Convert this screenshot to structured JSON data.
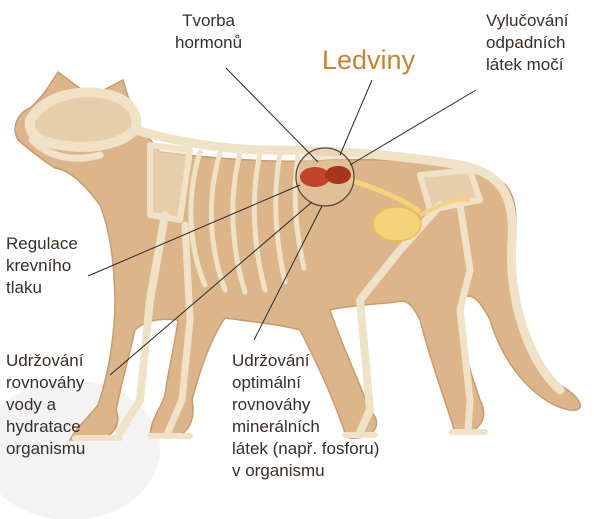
{
  "title": "Ledviny",
  "labels": {
    "hormones": "Tvorba\nhormonů",
    "waste": "Vylučování\nodpadních\nlátek močí",
    "blood_pressure": "Regulace\nkrevního\ntlaku",
    "water": "Udržování\nrovnováhy\nvody a\nhydratace\norganismu",
    "minerals": "Udržování\noptimální\nrovnováhy\nminerálních\nlátek (např. fosforu)\nv organismu"
  },
  "colors": {
    "title": "#c8832e",
    "body": "#dcb68a",
    "bone": "#efe2c7",
    "kidney": "#c0442a",
    "urinary": "#f4d37a",
    "leader": "#2b2b2b"
  }
}
